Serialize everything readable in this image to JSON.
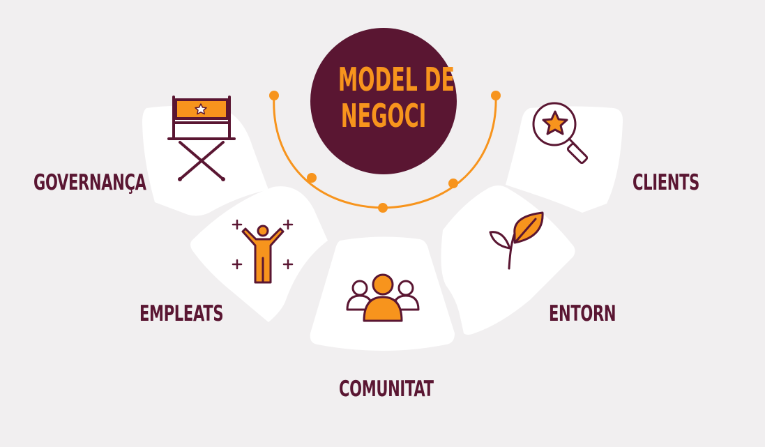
{
  "center": {
    "line1": "MODEL DE",
    "line2": "NEGOCI"
  },
  "segments": [
    {
      "label": "GOVERNANÇA",
      "icon": "directors-chair-icon"
    },
    {
      "label": "EMPLEATS",
      "icon": "cheering-person-icon"
    },
    {
      "label": "COMUNITAT",
      "icon": "group-of-people-icon"
    },
    {
      "label": "ENTORN",
      "icon": "sprout-leaf-icon"
    },
    {
      "label": "CLIENTS",
      "icon": "magnifier-star-icon"
    }
  ],
  "colors": {
    "background": "#f1eff0",
    "tile": "#ffffff",
    "maroon": "#5a1632",
    "orange": "#f7941d"
  }
}
